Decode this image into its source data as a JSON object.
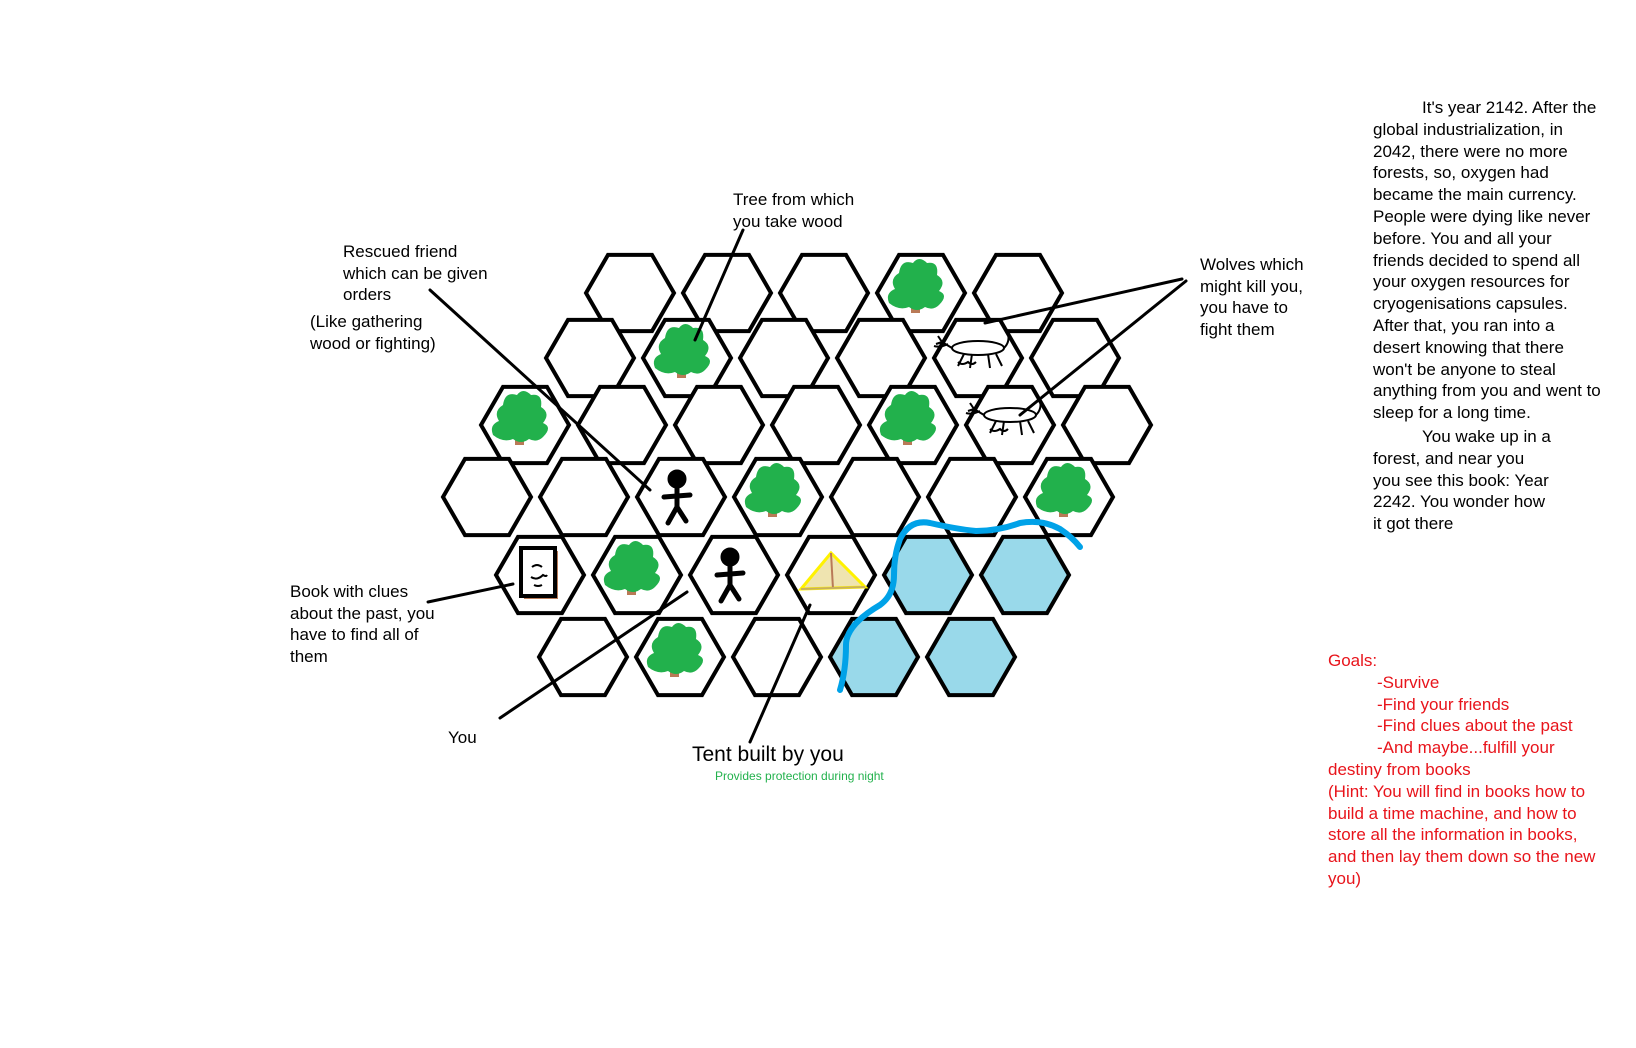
{
  "annotations": {
    "tree": "Tree from which\nyou take wood",
    "friend": "Rescued friend\nwhich can be given\norders",
    "friend_note": "(Like gathering\nwood or fighting)",
    "wolves": "Wolves which\nmight kill you,\nyou have to\nfight them",
    "book": "Book with clues\nabout the past, you\nhave to find all of\nthem",
    "you": "You",
    "tent": "Tent built by you",
    "tent_note": "Provides protection during night"
  },
  "story": {
    "paragraph1": "It's year 2142. After the global industrialization, in 2042, there were no more forests, so, oxygen had became the main currency. People were dying like never before. You and all your friends decided to spend all your oxygen resources for cryogenisations capsules. After that, you ran into a desert knowing that there won't be anyone to steal anything from you and went to sleep for a long time.",
    "paragraph2": "You wake up in a forest, and near you you see this book: Year 2242. You wonder how it got there"
  },
  "goals": {
    "heading": "Goals:",
    "items": [
      "-Survive",
      "-Find your friends",
      "-Find clues about the past",
      "-And maybe...fulfill your destiny from books"
    ],
    "hint": "(Hint: You will find in books how to build a time machine, and how to store all the information in books, and then lay them down so the new you)"
  },
  "colors": {
    "tree_leaves": "#22b14c",
    "tree_trunk": "#b97a57",
    "water": "#99d9ea",
    "river": "#00a2e8",
    "tent_outline": "#fff200",
    "tent_fill": "#efe4b0",
    "goals_text": "#e8141b",
    "note_text": "#22b14c"
  },
  "tiles": [
    {
      "row": 0,
      "col": 0,
      "content": "empty"
    },
    {
      "row": 0,
      "col": 1,
      "content": "empty"
    },
    {
      "row": 0,
      "col": 2,
      "content": "empty"
    },
    {
      "row": 0,
      "col": 3,
      "content": "tree"
    },
    {
      "row": 0,
      "col": 4,
      "content": "empty"
    },
    {
      "row": 1,
      "col": 0,
      "content": "empty"
    },
    {
      "row": 1,
      "col": 1,
      "content": "tree"
    },
    {
      "row": 1,
      "col": 2,
      "content": "empty"
    },
    {
      "row": 1,
      "col": 3,
      "content": "empty"
    },
    {
      "row": 1,
      "col": 4,
      "content": "wolf"
    },
    {
      "row": 1,
      "col": 5,
      "content": "empty"
    },
    {
      "row": 2,
      "col": 0,
      "content": "tree"
    },
    {
      "row": 2,
      "col": 1,
      "content": "empty"
    },
    {
      "row": 2,
      "col": 2,
      "content": "empty"
    },
    {
      "row": 2,
      "col": 3,
      "content": "empty"
    },
    {
      "row": 2,
      "col": 4,
      "content": "tree"
    },
    {
      "row": 2,
      "col": 5,
      "content": "wolf"
    },
    {
      "row": 2,
      "col": 6,
      "content": "empty"
    },
    {
      "row": 3,
      "col": 0,
      "content": "empty"
    },
    {
      "row": 3,
      "col": 1,
      "content": "empty"
    },
    {
      "row": 3,
      "col": 2,
      "content": "friend"
    },
    {
      "row": 3,
      "col": 3,
      "content": "tree"
    },
    {
      "row": 3,
      "col": 4,
      "content": "empty"
    },
    {
      "row": 3,
      "col": 5,
      "content": "empty"
    },
    {
      "row": 3,
      "col": 6,
      "content": "tree"
    },
    {
      "row": 4,
      "col": 0,
      "content": "book"
    },
    {
      "row": 4,
      "col": 1,
      "content": "tree"
    },
    {
      "row": 4,
      "col": 2,
      "content": "player"
    },
    {
      "row": 4,
      "col": 3,
      "content": "tent"
    },
    {
      "row": 4,
      "col": 4,
      "content": "water"
    },
    {
      "row": 4,
      "col": 5,
      "content": "water"
    },
    {
      "row": 5,
      "col": 0,
      "content": "empty"
    },
    {
      "row": 5,
      "col": 1,
      "content": "tree"
    },
    {
      "row": 5,
      "col": 2,
      "content": "empty"
    },
    {
      "row": 5,
      "col": 3,
      "content": "water"
    },
    {
      "row": 5,
      "col": 4,
      "content": "water"
    }
  ]
}
